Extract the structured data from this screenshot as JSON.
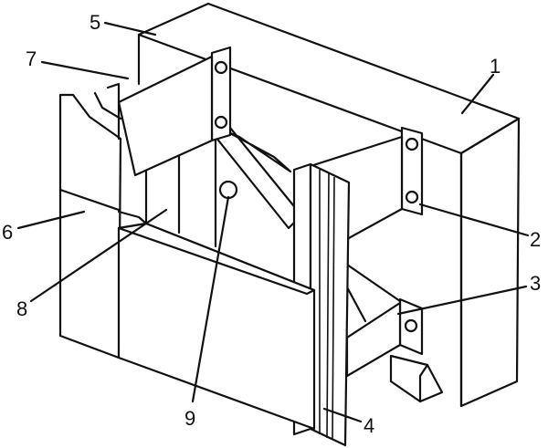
{
  "diagram": {
    "callouts": [
      {
        "id": "c1",
        "label": "1"
      },
      {
        "id": "c2",
        "label": "2"
      },
      {
        "id": "c3",
        "label": "3"
      },
      {
        "id": "c4",
        "label": "4"
      },
      {
        "id": "c5",
        "label": "5"
      },
      {
        "id": "c6",
        "label": "6"
      },
      {
        "id": "c7",
        "label": "7"
      },
      {
        "id": "c8",
        "label": "8"
      },
      {
        "id": "c9",
        "label": "9"
      }
    ]
  },
  "colors": {
    "stroke": "#111111",
    "background": "#ffffff"
  }
}
